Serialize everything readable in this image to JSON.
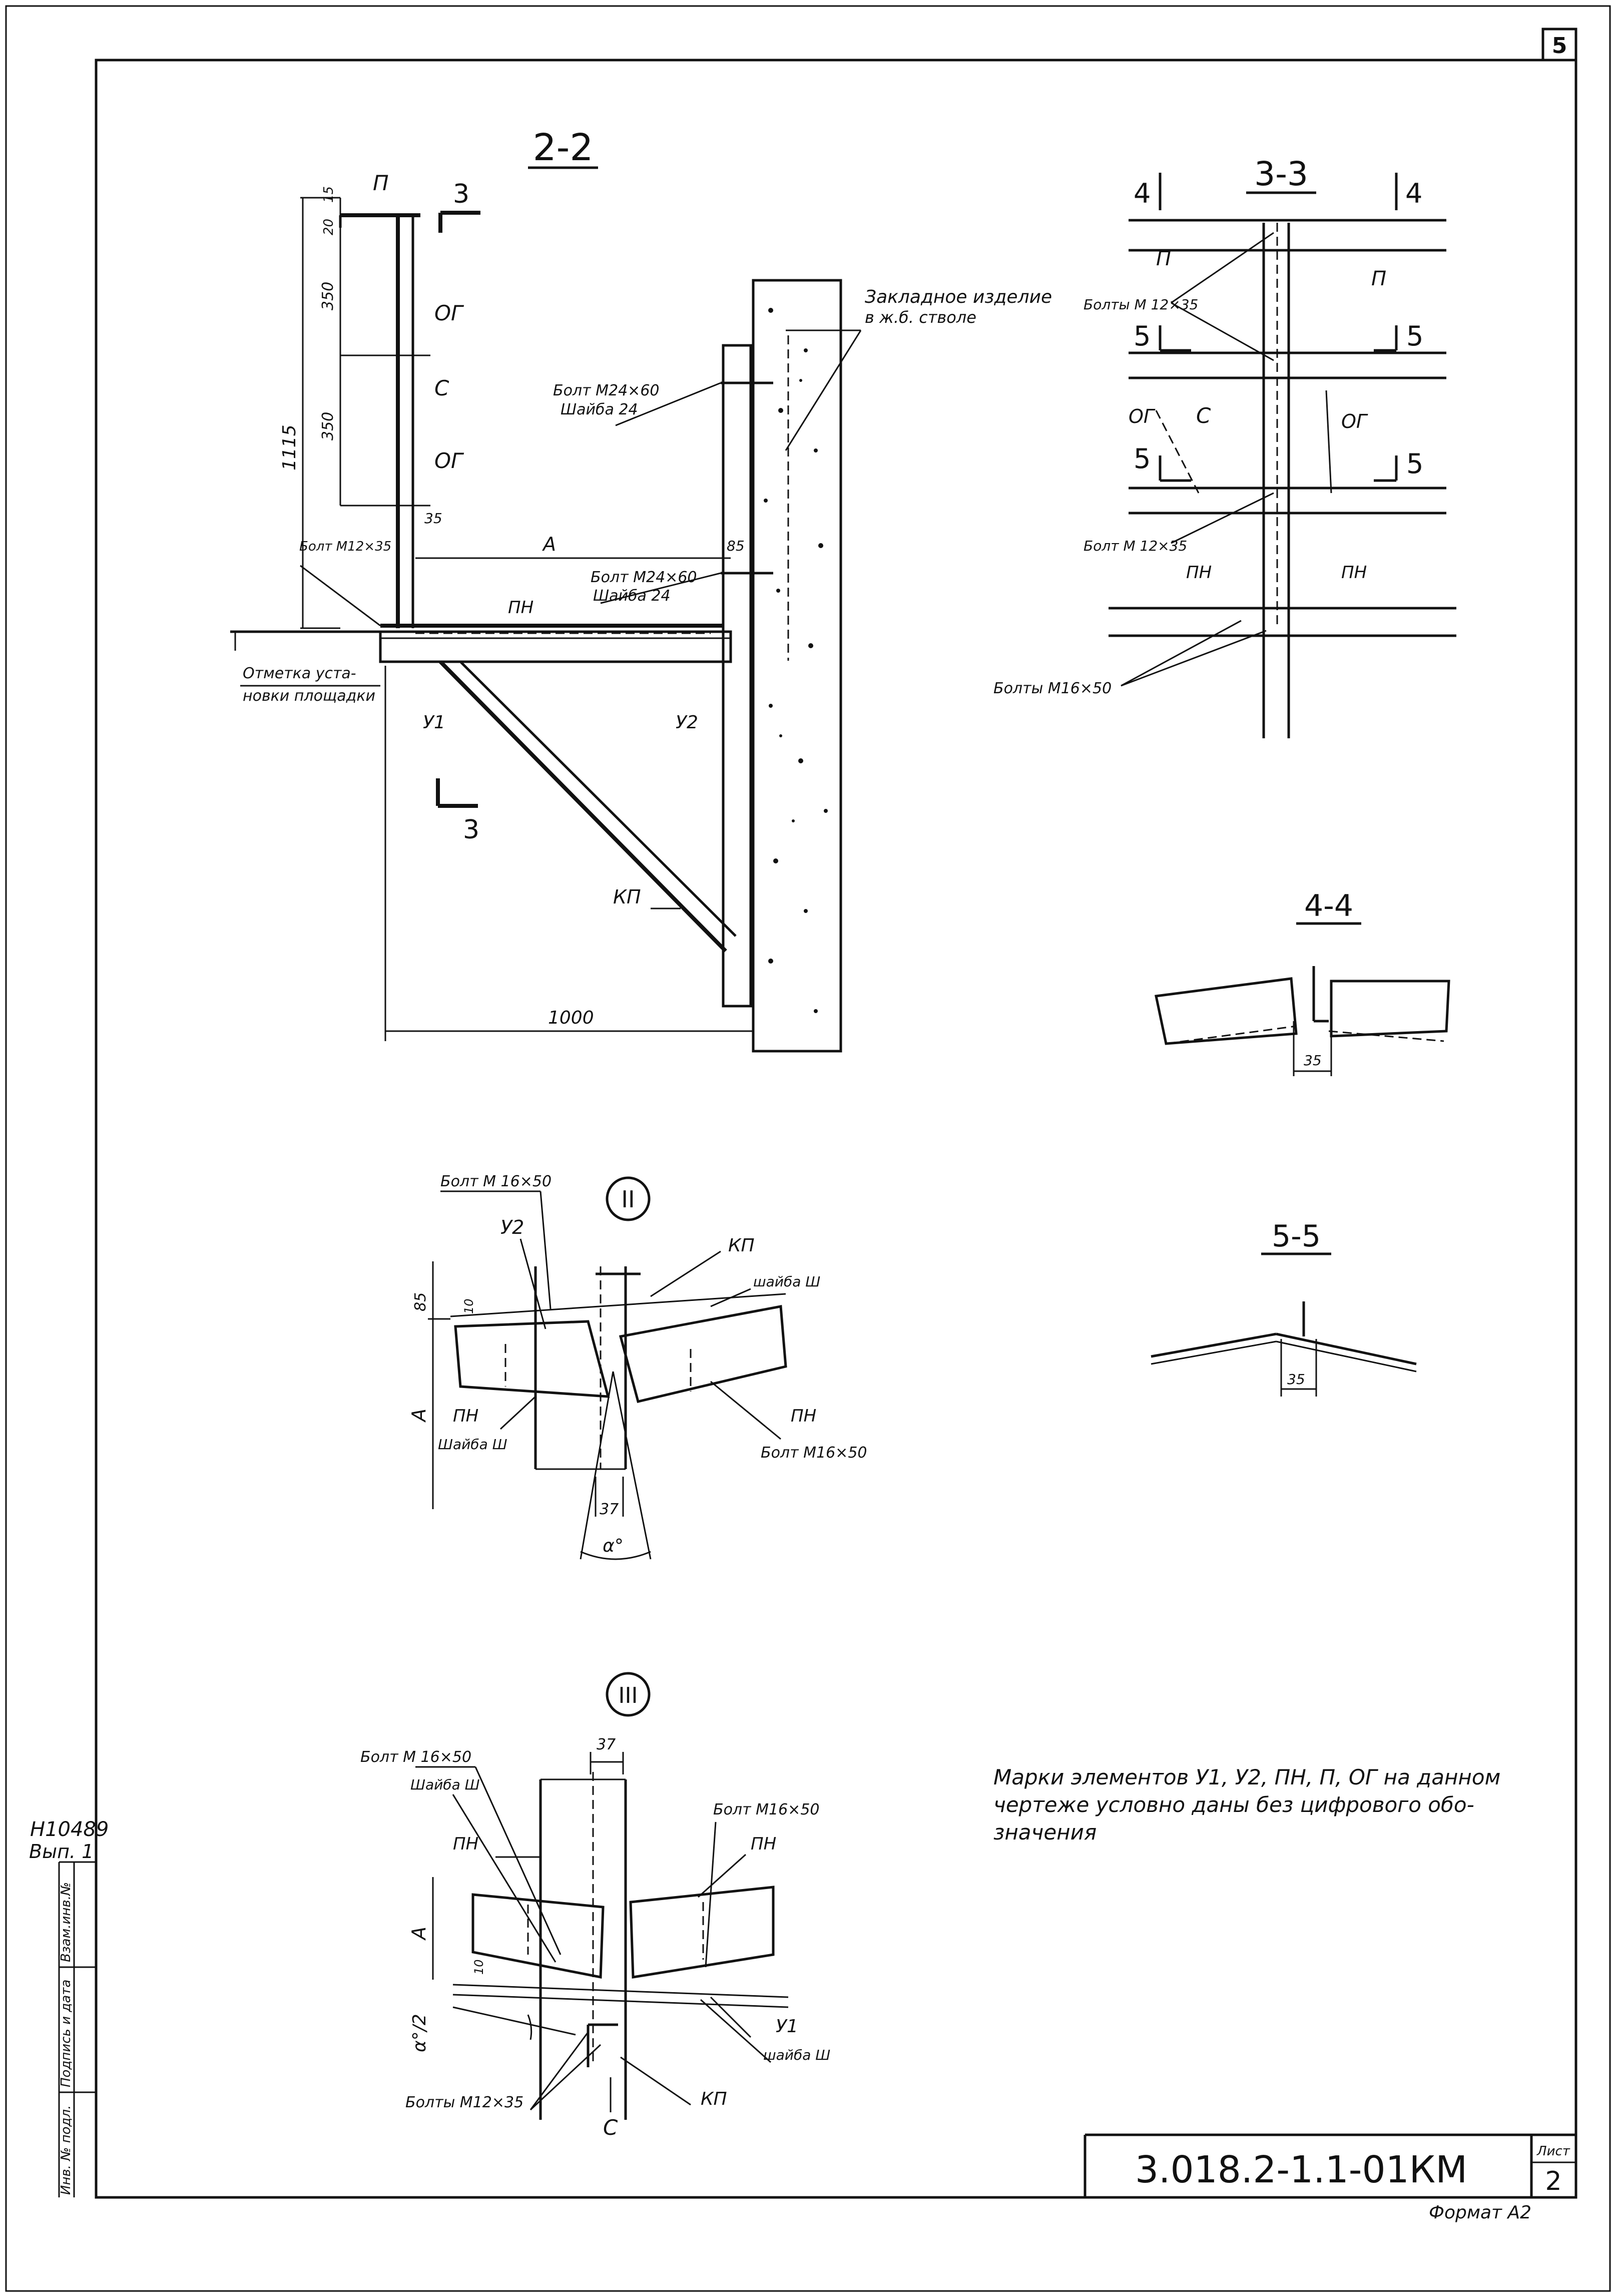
{
  "sheet": {
    "page_number": "5",
    "side_code": "Н10489",
    "side_issue": "Вып. 1",
    "side_labels": [
      "Взам.инв.№",
      "Подпись и дата",
      "Инв. № подл."
    ],
    "doc_code": "3.018.2-1.1-01КМ",
    "sheet_label": "Лист",
    "sheet_no": "2",
    "format": "Формат А2"
  },
  "view_2_2": {
    "title": "2-2",
    "labels": {
      "p": "П",
      "og1": "ОГ",
      "c": "С",
      "og2": "ОГ",
      "pn": "ПН",
      "u1": "У1",
      "u2": "У2",
      "kp": "КП",
      "a": "А",
      "embedded": "Закладное изделие",
      "embedded2": "в ж.б. стволе",
      "bolt_m24_1": "Болт М24×60",
      "washer_24_1": "Шайба 24",
      "bolt_m24_2": "Болт М24×60",
      "washer_24_2": "Шайба 24",
      "bolt_m12": "Болт М12×35",
      "level_1": "Отметка уста-",
      "level_2": "новки площадки",
      "section_mark": "3",
      "section_mark2": "3"
    },
    "dims": {
      "d15": "15",
      "d20": "20",
      "d350a": "350",
      "d350b": "350",
      "d1115": "1115",
      "d35": "35",
      "d85": "85",
      "d1000": "1000"
    }
  },
  "view_3_3": {
    "title": "3-3",
    "labels": {
      "m4a": "4",
      "m4b": "4",
      "m5a": "5",
      "m5b": "5",
      "m5c": "5",
      "m5d": "5",
      "p1": "П",
      "p2": "П",
      "og1": "ОГ",
      "c": "С",
      "og2": "ОГ",
      "pn1": "ПН",
      "pn2": "ПН",
      "bolts_m12": "Болты М 12×35",
      "bolt_m12": "Болт М 12×35",
      "bolts_m16": "Болты М16×50"
    }
  },
  "view_4_4": {
    "title": "4-4",
    "dim": "35"
  },
  "view_5_5": {
    "title": "5-5",
    "dim": "35"
  },
  "node_II": {
    "title": "II",
    "labels": {
      "bolt1": "Болт М 16×50",
      "u2": "У2",
      "kp": "КП",
      "washer1": "шайба Ш",
      "pn1": "ПН",
      "washer2": "Шайба Ш",
      "pn2": "ПН",
      "bolt2": "Болт М16×50",
      "a": "А",
      "d85": "85",
      "d10": "10",
      "d37": "37",
      "alpha": "α°"
    }
  },
  "node_III": {
    "title": "III",
    "labels": {
      "bolt1": "Болт М 16×50",
      "washer1": "Шайба Ш",
      "pn1": "ПН",
      "bolt2": "Болт М16×50",
      "pn2": "ПН",
      "a": "А",
      "d37": "37",
      "d10": "10",
      "alpha2": "α°/2",
      "u1": "У1",
      "washer2": "шайба Ш",
      "bolts": "Болты М12×35",
      "kp": "КП",
      "c": "С"
    }
  },
  "note": {
    "line1": "Марки элементов У1, У2, ПН, П, ОГ на данном",
    "line2": "чертеже условно даны без цифрового обо-",
    "line3": "значения"
  }
}
